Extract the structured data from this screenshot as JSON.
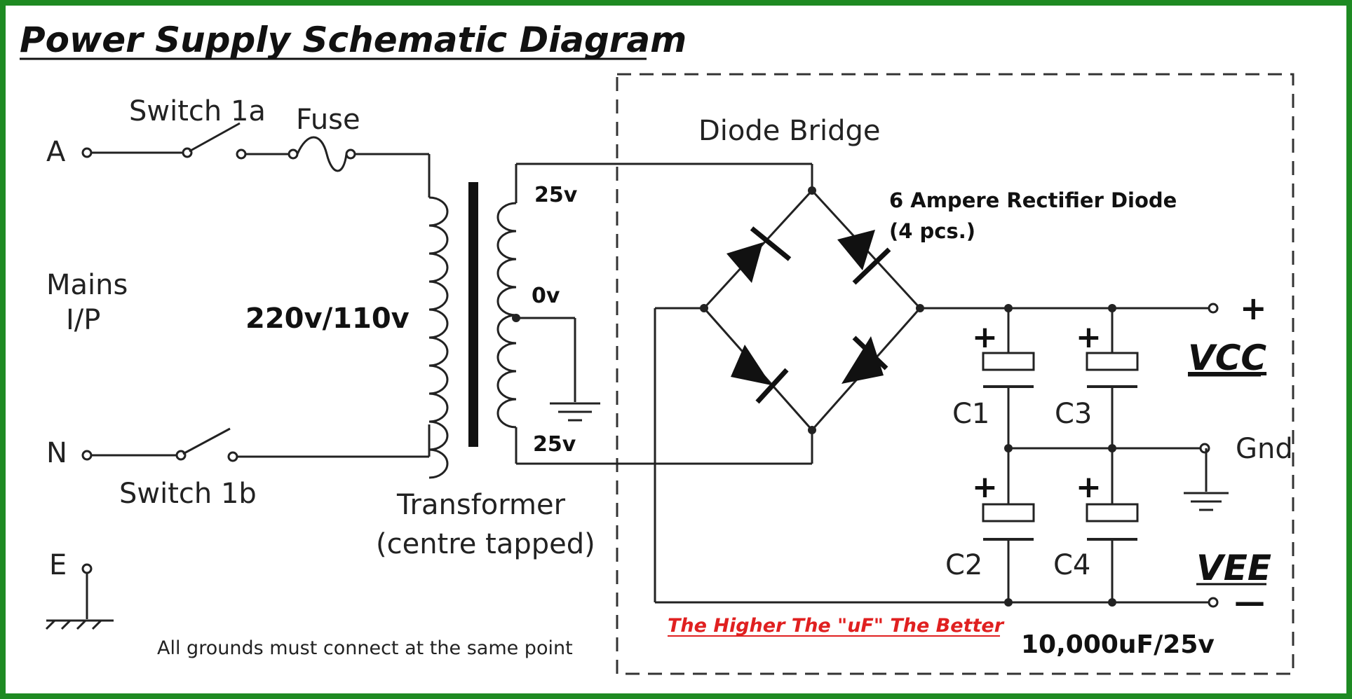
{
  "title": "Power Supply Schematic Diagram",
  "labels": {
    "terminal_a": "A",
    "terminal_n": "N",
    "terminal_e": "E",
    "switch_1a": "Switch 1a",
    "switch_1b": "Switch 1b",
    "fuse": "Fuse",
    "mains_line1": "Mains",
    "mains_line2": "I/P",
    "primary_voltage": "220v/110v",
    "transformer_line1": "Transformer",
    "transformer_line2": "(centre tapped)",
    "sec_top": "25v",
    "sec_mid": "0v",
    "sec_bottom": "25v",
    "diode_bridge": "Diode Bridge",
    "rectifier_line1": "6 Ampere Rectifier Diode",
    "rectifier_line2": "(4 pcs.)",
    "c1": "C1",
    "c2": "C2",
    "c3": "C3",
    "c4": "C4",
    "gnd": "Gnd",
    "vcc": "VCC",
    "vee": "VEE",
    "plus": "+",
    "minus": "—",
    "cap_plus": "+",
    "uf_note": "The Higher The \"uF\" The Better",
    "cap_rating": "10,000uF/25v",
    "ground_note": "All grounds must connect at the same point"
  },
  "colors": {
    "border": "#1e8a22",
    "note_red": "#e02020",
    "ink": "#222222"
  }
}
